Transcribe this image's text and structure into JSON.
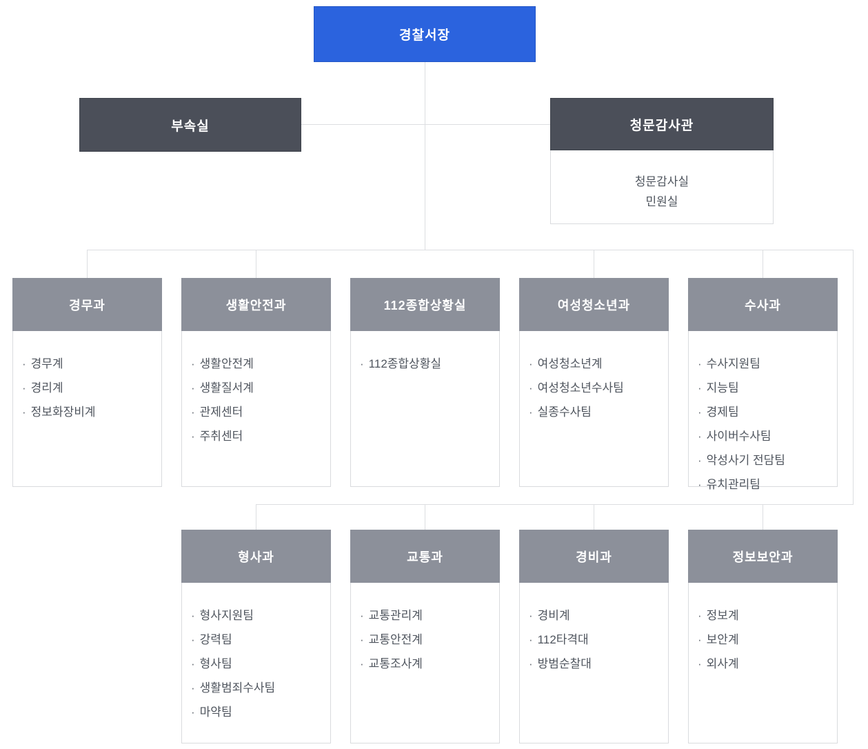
{
  "chief": {
    "label": "경찰서장"
  },
  "annex": {
    "label": "부속실"
  },
  "audit": {
    "label": "청문감사관",
    "sub_units": [
      "청문감사실",
      "민원실"
    ]
  },
  "bullet": "·",
  "colors": {
    "accent_blue": "#2b63de",
    "dark_header": "#4b4f59",
    "gray_header": "#8c909a",
    "connector_line": "#dcdee1",
    "body_text": "#4f555e"
  },
  "departments": {
    "row1": [
      {
        "title": "경무과",
        "items": [
          "경무계",
          "경리계",
          "정보화장비계"
        ]
      },
      {
        "title": "생활안전과",
        "items": [
          "생활안전계",
          "생활질서계",
          "관제센터",
          "주취센터"
        ]
      },
      {
        "title": "112종합상황실",
        "items": [
          "112종합상황실"
        ]
      },
      {
        "title": "여성청소년과",
        "items": [
          "여성청소년계",
          "여성청소년수사팀",
          "실종수사팀"
        ]
      },
      {
        "title": "수사과",
        "items": [
          "수사지원팀",
          "지능팀",
          "경제팀",
          "사이버수사팀",
          "악성사기 전담팀",
          "유치관리팀"
        ]
      }
    ],
    "row2": [
      {
        "title": "형사과",
        "items": [
          "형사지원팀",
          "강력팀",
          "형사팀",
          "생활범죄수사팀",
          "마약팀"
        ]
      },
      {
        "title": "교통과",
        "items": [
          "교통관리계",
          "교통안전계",
          "교통조사계"
        ]
      },
      {
        "title": "경비과",
        "items": [
          "경비계",
          "112타격대",
          "방범순찰대"
        ]
      },
      {
        "title": "정보보안과",
        "items": [
          "정보계",
          "보안계",
          "외사계"
        ]
      }
    ]
  }
}
